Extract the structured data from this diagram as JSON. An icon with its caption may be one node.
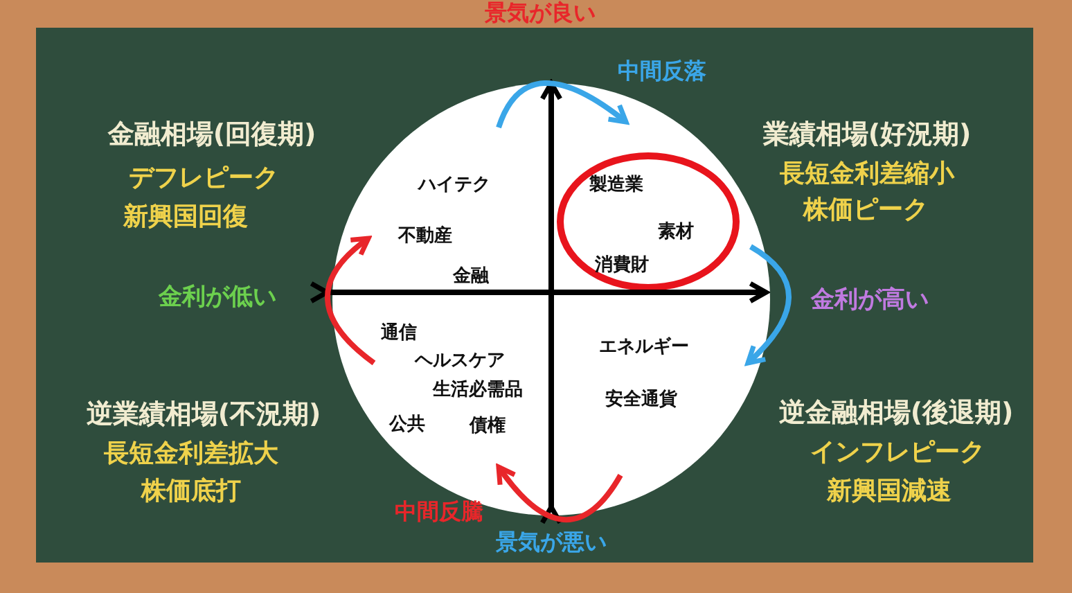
{
  "diagram": {
    "nodes": [
      {
        "text": [
          "ハイテク",
          "不動産",
          "金融",
          "通信",
          "ヘルスケア",
          "生活必需品",
          "公共",
          "債権",
          "エネルギー",
          "安全通貨"
        ]
      },
      {
        "text": [
          "製造業",
          "素材",
          "消費財"
        ],
        "in": 0
      }
    ],
    "edges": [],
    "labels": [
      "景気が良い",
      "中間反落",
      "金融相場(回復期)",
      "デフレピーク",
      "新興国回復",
      "業績相場(好況期)",
      "長短金利差縮小",
      "株価ピーク",
      "金利が低い",
      "金利が高い",
      "逆業績相場(不況期)",
      "長短金利差拡大",
      "株価底打",
      "逆金融相場(後退期)",
      "インフレピーク",
      "新興国減速",
      "中間反騰",
      "景気が悪い"
    ]
  }
}
